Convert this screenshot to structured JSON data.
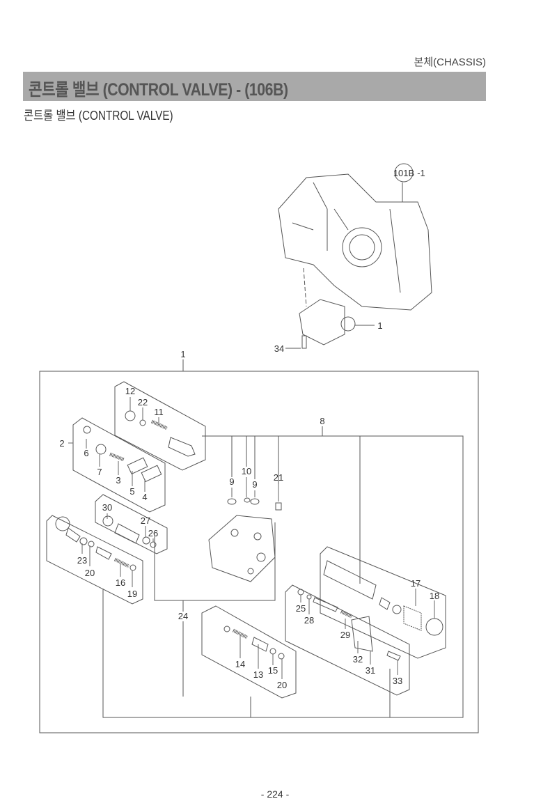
{
  "header": {
    "section": "본체(CHASSIS)",
    "title": "콘트롤 밸브  (CONTROL VALVE) - (106B)",
    "subtitle": "콘트롤 밸브 (CONTROL VALVE)"
  },
  "diagram": {
    "ref_circle": "101B",
    "ref_suffix": "-1",
    "callouts": [
      "1",
      "34",
      "1",
      "8",
      "12",
      "22",
      "11",
      "2",
      "6",
      "7",
      "3",
      "5",
      "4",
      "9",
      "10",
      "9",
      "21",
      "30",
      "27",
      "26",
      "23",
      "20",
      "16",
      "19",
      "24",
      "17",
      "18",
      "25",
      "28",
      "29",
      "32",
      "31",
      "33",
      "14",
      "13",
      "15",
      "20"
    ]
  },
  "footer": {
    "page": "- 224 -"
  }
}
